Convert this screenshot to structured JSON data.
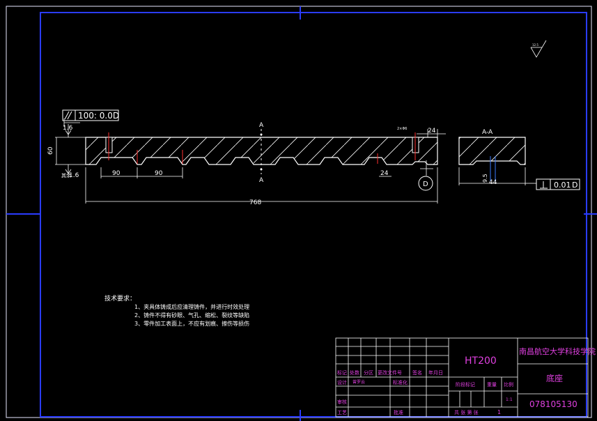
{
  "drawing": {
    "flatness_callout": "100: 0.0D",
    "roughness_top": "1.6",
    "roughness_bottom": "1.6",
    "roughness_bottom_prefix": "其余",
    "height_dim": "60",
    "section_label_top": "A",
    "section_label_bottom": "A",
    "pitch_dim_1": "90",
    "pitch_dim_2": "90",
    "end_width_top": "24",
    "end_width_bottom": "24",
    "small_note": "2×Φ6",
    "datum_letter": "D",
    "overall_length": "768",
    "section_title": "A-A",
    "section_dim_depth": "9.5",
    "section_dim_width": "44",
    "perpendicularity_tol": "0.01",
    "perpendicularity_datum": "D",
    "corner_roughness": "12.5"
  },
  "notes": {
    "title": "技术要求：",
    "items": [
      "1、夹具体铸成后应清理铸件，并进行时效处理",
      "2、铸件不得有砂眼、气孔、缩松、裂纹等缺陷",
      "3、零件加工表面上，不应有划痕、擦伤等损伤"
    ]
  },
  "title_block": {
    "material": "HT200",
    "school": "南昌航空大学科技学院",
    "part_name": "底座",
    "drawing_no": "078105130",
    "header_labels": [
      "标记",
      "处数",
      "分区",
      "更改文件号",
      "签名",
      "年月日"
    ],
    "designer_label": "设计",
    "designer_name": "曾罗云",
    "standard_label": "标准化",
    "stage_label": "阶段标记",
    "weight_label": "重量",
    "scale_label": "比例",
    "scale_value": "1:1",
    "review_label": "审核",
    "process_label": "工艺",
    "approve_label": "批准",
    "sheets_text": "共  张 第 张",
    "sheet_no": "1"
  }
}
